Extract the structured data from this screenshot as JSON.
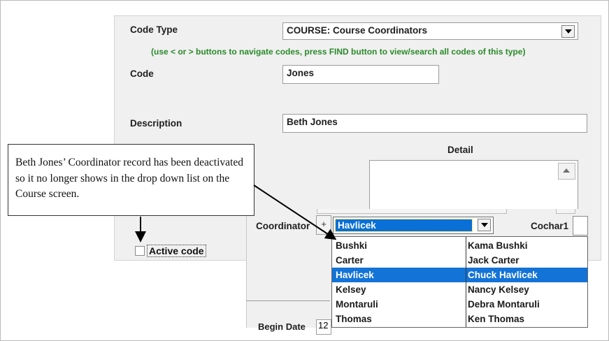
{
  "form": {
    "code_type_label": "Code Type",
    "code_type_value": "COURSE: Course Coordinators",
    "hint": "(use < or > buttons to navigate codes, press FIND button to view/search all codes of this type)",
    "code_label": "Code",
    "code_value": "Jones",
    "description_label": "Description",
    "description_value": "Beth Jones",
    "detail_label": "Detail",
    "active_code_label": "Active code",
    "active_code_checked": false
  },
  "course": {
    "coordinator_label": "Coordinator",
    "plus_label": "+",
    "coordinator_value": "Havlicek",
    "cochar_label": "Cochar1",
    "begin_date_label": "Begin Date",
    "begin_date_value": "12"
  },
  "dropdown": {
    "items": [
      {
        "code": "Bushki",
        "name": "Kama Bushki",
        "selected": false
      },
      {
        "code": "Carter",
        "name": "Jack Carter",
        "selected": false
      },
      {
        "code": "Havlicek",
        "name": "Chuck Havlicek",
        "selected": true
      },
      {
        "code": "Kelsey",
        "name": "Nancy Kelsey",
        "selected": false
      },
      {
        "code": "Montaruli",
        "name": "Debra Montaruli",
        "selected": false
      },
      {
        "code": "Thomas",
        "name": "Ken Thomas",
        "selected": false
      }
    ]
  },
  "callout": {
    "text": "Beth Jones’ Coordinator record has been deactivated so it no longer shows in the drop down list on the Course screen."
  },
  "colors": {
    "hint_green": "#2a8a2a",
    "selection_blue": "#1473d6",
    "panel_bg": "#f0f0f0"
  }
}
